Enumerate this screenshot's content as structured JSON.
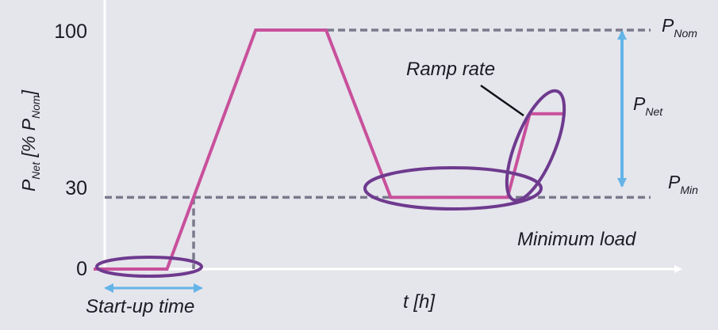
{
  "chart_data": {
    "type": "line",
    "title": "",
    "xlabel": "t [h]",
    "ylabel": {
      "main": "P",
      "sub_1": "Net",
      "mid": " [% P",
      "sub_2": "Nom",
      "tail": "]"
    },
    "y_ticks": [
      0,
      30,
      100
    ],
    "ylim": [
      0,
      100
    ],
    "grid": false,
    "legend": "none",
    "series": [
      {
        "color": "#c8509b",
        "points": [
          {
            "x": 0.0,
            "y": 0
          },
          {
            "x": 0.125,
            "y": 0
          },
          {
            "x": 0.276,
            "y": 100
          },
          {
            "x": 0.396,
            "y": 100
          },
          {
            "x": 0.506,
            "y": 30
          },
          {
            "x": 0.705,
            "y": 30
          },
          {
            "x": 0.743,
            "y": 65
          },
          {
            "x": 0.804,
            "y": 65
          }
        ]
      }
    ],
    "reference_lines": [
      {
        "value": 100,
        "label_main": "P",
        "label_sub": "Nom",
        "color": "#7a7a8c"
      },
      {
        "value": 30,
        "label_main": "P",
        "label_sub": "Min",
        "color": "#7a7a8c"
      }
    ],
    "range_arrow": {
      "label_main": "P",
      "label_sub": "Net",
      "color": "#64b4e8"
    },
    "annotations": {
      "startup": "Start-up time",
      "ramp": "Ramp rate",
      "minload": "Minimum load"
    },
    "colors": {
      "line": "#c8509b",
      "highlight": "#6e3a8e",
      "arrow": "#64b4e8",
      "reference": "#7a7a8c",
      "axis": "#ffffff"
    }
  }
}
